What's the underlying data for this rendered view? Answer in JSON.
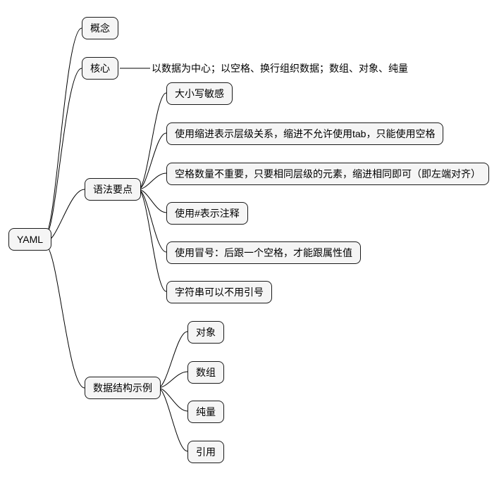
{
  "root": {
    "label": "YAML"
  },
  "branches": {
    "concept": {
      "label": "概念"
    },
    "core": {
      "label": "核心",
      "note": "以数据为中心；以空格、换行组织数据；数组、对象、纯量"
    },
    "syntax": {
      "label": "语法要点",
      "children": [
        "大小写敏感",
        "使用缩进表示层级关系，缩进不允许使用tab，只能使用空格",
        "空格数量不重要，只要相同层级的元素，缩进相同即可（即左端对齐）",
        "使用#表示注释",
        "使用冒号：后跟一个空格，才能跟属性值",
        "字符串可以不用引号"
      ]
    },
    "examples": {
      "label": "数据结构示例",
      "children": [
        "对象",
        "数组",
        "纯量",
        "引用"
      ]
    }
  },
  "colors": {
    "node_fill": "#f5f5f5",
    "node_stroke": "#1a1a1a",
    "edge_stroke": "#000000",
    "background": "#ffffff"
  }
}
